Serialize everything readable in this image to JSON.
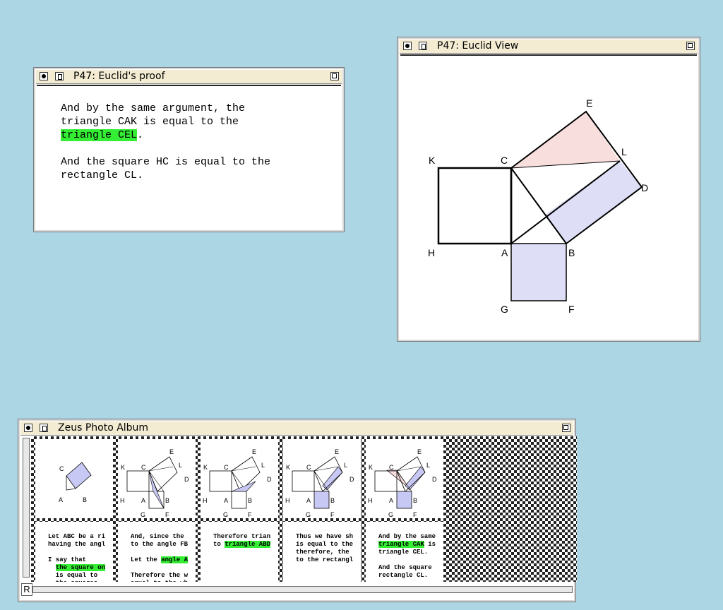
{
  "proof_window": {
    "title": "P47: Euclid's proof",
    "line1": "And by the same argument, the",
    "line2": "triangle CAK is equal to the",
    "line3_hl": "triangle CEL",
    "line3_rest": ".",
    "line4": "And the square HC is equal to the",
    "line5": "rectangle CL."
  },
  "view_window": {
    "title": "P47: Euclid View",
    "labels": {
      "E": "E",
      "K": "K",
      "C": "C",
      "L": "L",
      "D": "D",
      "H": "H",
      "A": "A",
      "B": "B",
      "G": "G",
      "F": "F"
    },
    "colors": {
      "pink": "#f9dede",
      "lavender": "#dedef7"
    }
  },
  "album_window": {
    "title": "Zeus Photo Album",
    "r_label": "R",
    "thumb_labels": {
      "K": "K",
      "C": "C",
      "E": "E",
      "L": "L",
      "D": "D",
      "H": "H",
      "A": "A",
      "B": "B",
      "G": "G",
      "F": "F"
    },
    "tiles": [
      {
        "lines": [
          "Let ABC be a ri",
          "having the angl",
          "",
          "I say that"
        ],
        "hl": "the square on",
        "after": [
          "is equal to",
          "the squares"
        ]
      },
      {
        "lines": [
          "And, since the",
          "to the angle FB",
          "",
          "Let the "
        ],
        "hl_inline": "angle A",
        "after": [
          "",
          "Therefore the w",
          "equal to the wh"
        ]
      },
      {
        "lines": [
          "Therefore trian",
          "to "
        ],
        "hl_inline": "triangle ABD"
      },
      {
        "lines": [
          "Thus we have sh",
          "is equal to the",
          "therefore, the",
          "to the rectangl"
        ]
      },
      {
        "lines": [
          "And by the same"
        ],
        "hl": "triangle CAK",
        "hl_tail": " is",
        "after": [
          "triangle CEL.",
          "",
          "And the square",
          "rectangle CL."
        ]
      }
    ]
  }
}
